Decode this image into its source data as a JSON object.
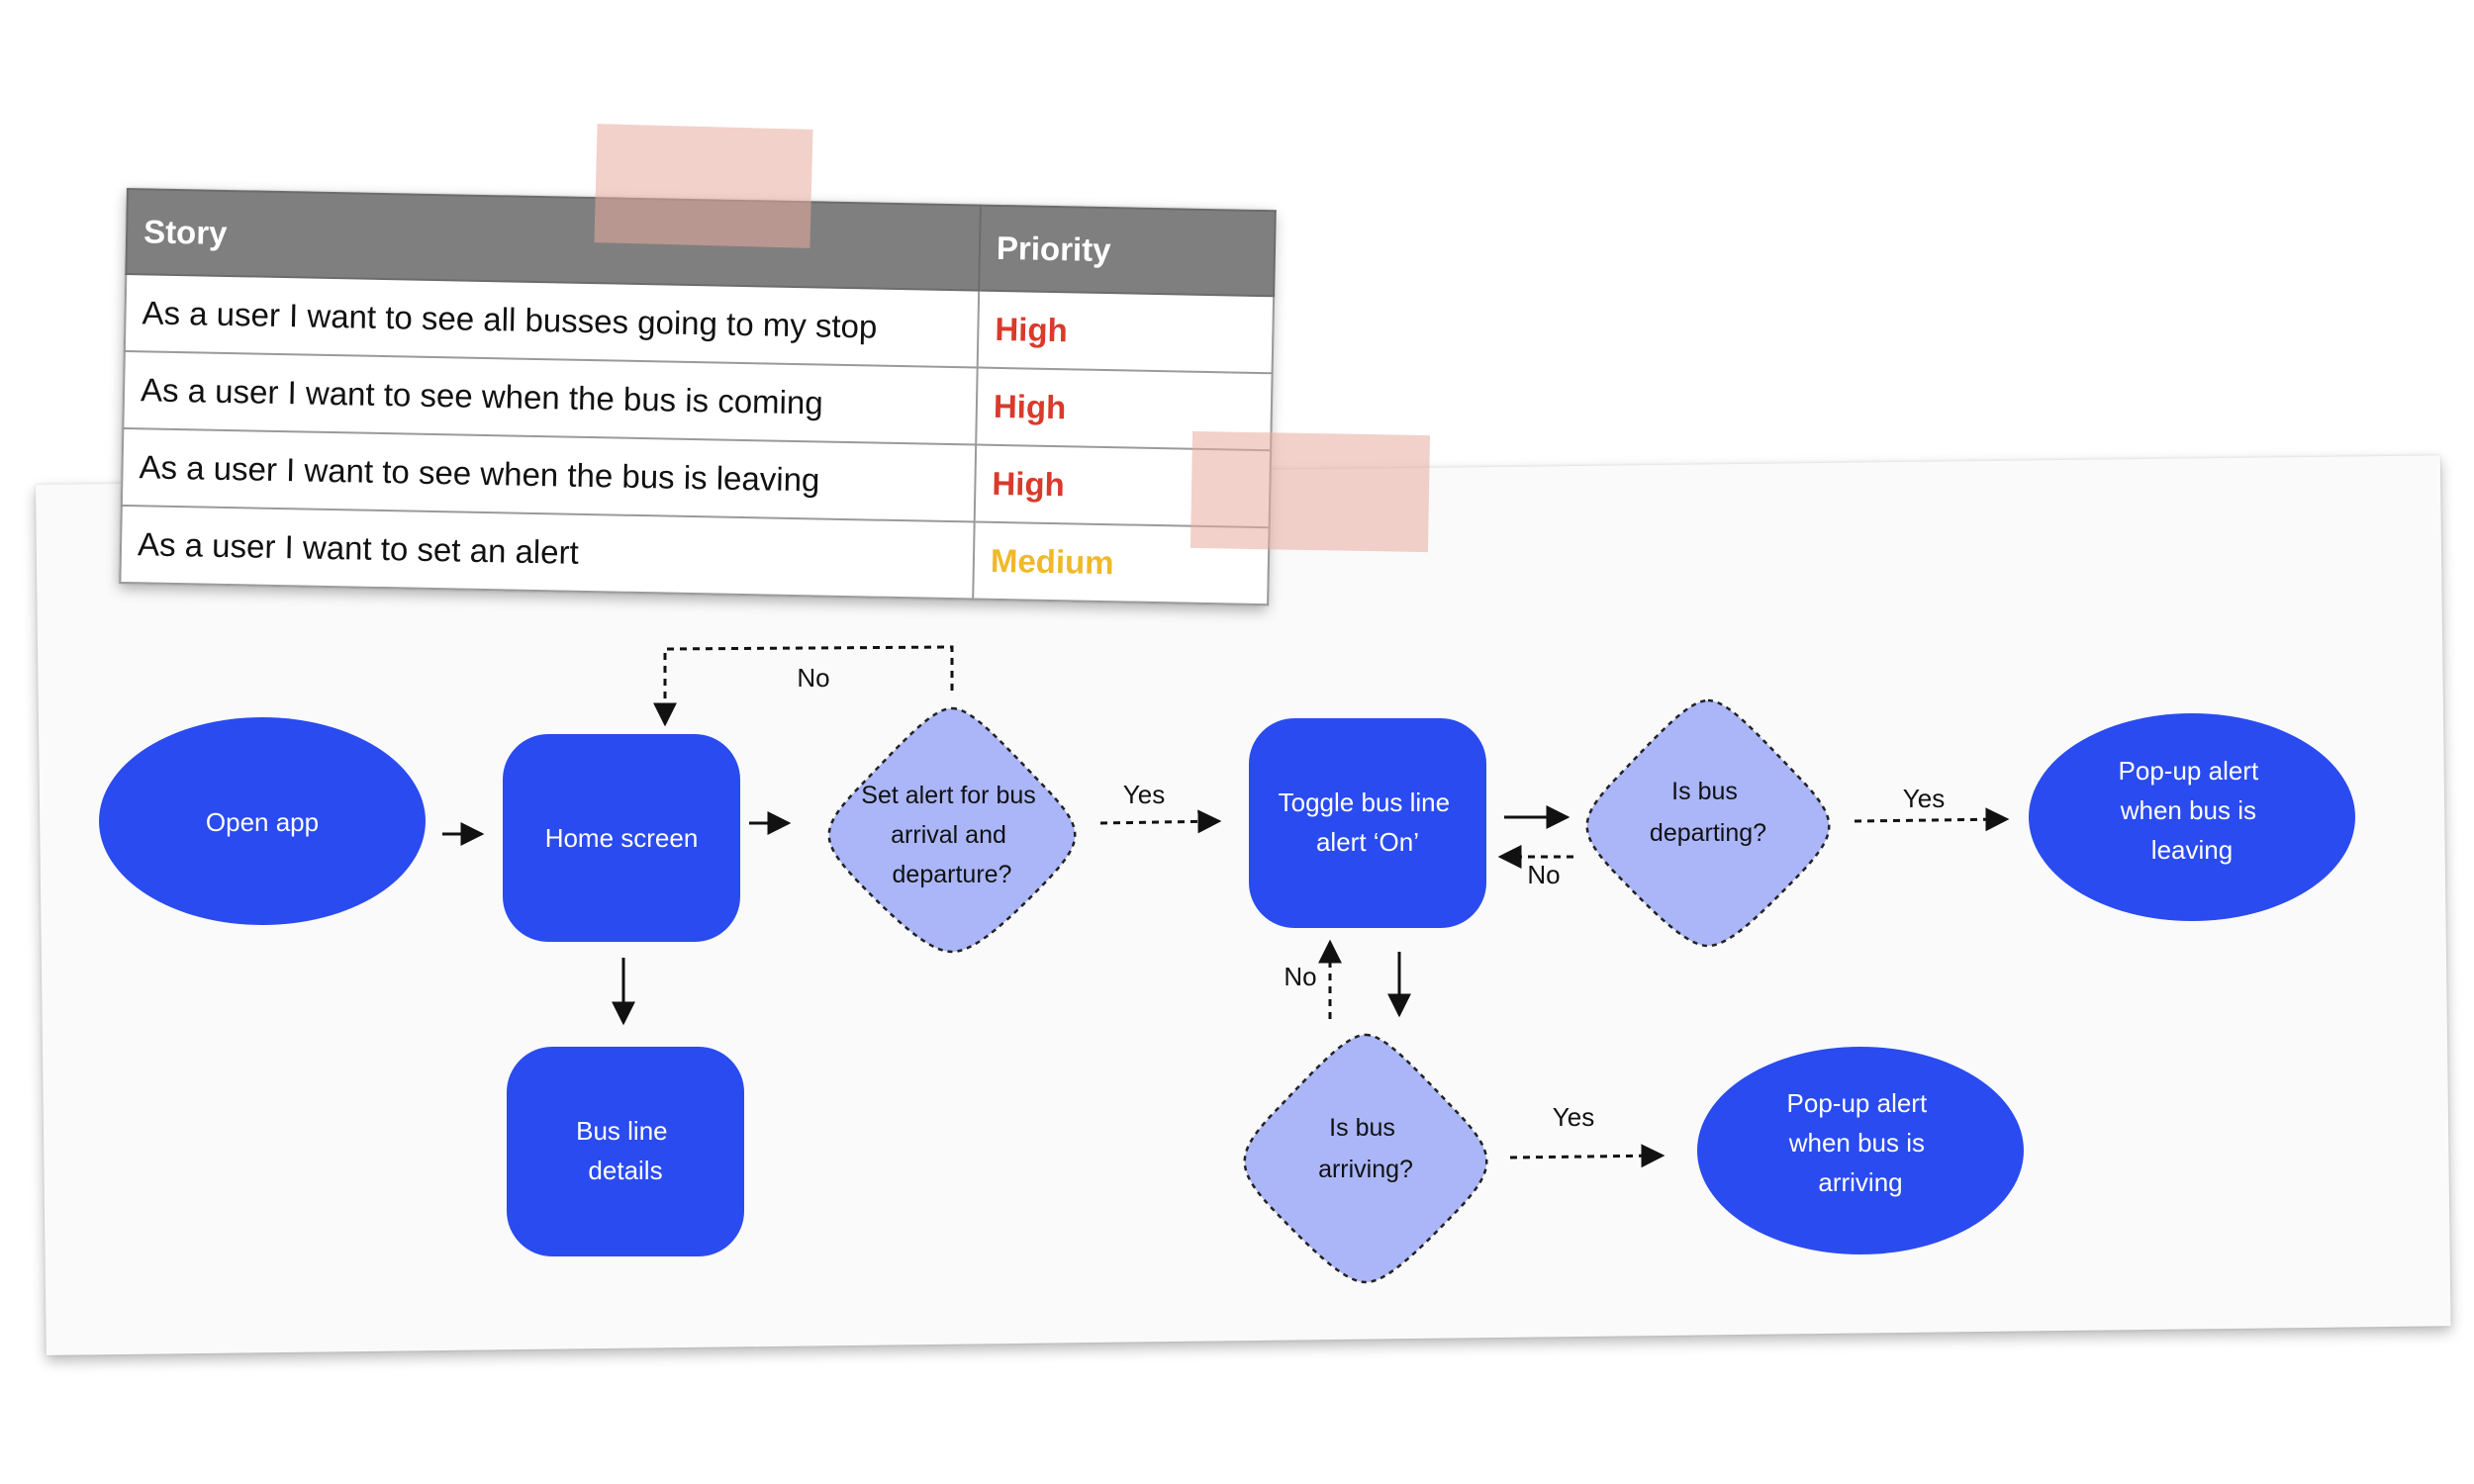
{
  "stories_table": {
    "headers": {
      "story": "Story",
      "priority": "Priority"
    },
    "rows": [
      {
        "story": "As a user I want to see all busses going to my stop",
        "priority": "High"
      },
      {
        "story": "As a user I want to see when the bus is coming",
        "priority": "High"
      },
      {
        "story": "As a user I want to see when the bus is leaving",
        "priority": "High"
      },
      {
        "story": "As a user I  want to set an alert",
        "priority": "Medium"
      }
    ]
  },
  "flowchart": {
    "open_app": "Open app",
    "home_screen": "Home screen",
    "bus_line_details": [
      "Bus line",
      "details"
    ],
    "set_alert_decision": [
      "Set alert for bus",
      "arrival and",
      "departure?"
    ],
    "toggle_alert": [
      "Toggle bus line",
      "alert ‘On’"
    ],
    "departing_decision": [
      "Is bus",
      "departing?"
    ],
    "arriving_decision": [
      "Is bus",
      "arriving?"
    ],
    "popup_leaving": [
      "Pop-up  alert",
      "when bus is",
      "leaving"
    ],
    "popup_arriving": [
      "Pop-up alert",
      "when bus is",
      "arriving"
    ],
    "edge_labels": {
      "no_loop_home": "No",
      "yes_to_toggle": "Yes",
      "no_departing": "No",
      "yes_departing": "Yes",
      "no_arriving": "No",
      "yes_arriving": "Yes"
    }
  },
  "colors": {
    "process_fill": "#2a4bef",
    "decision_fill": "#aab6f8",
    "header_fill": "#7f7f7f",
    "priority_high": "#d93a2b",
    "priority_medium": "#efb92b",
    "tape": "#e8ac9e"
  }
}
